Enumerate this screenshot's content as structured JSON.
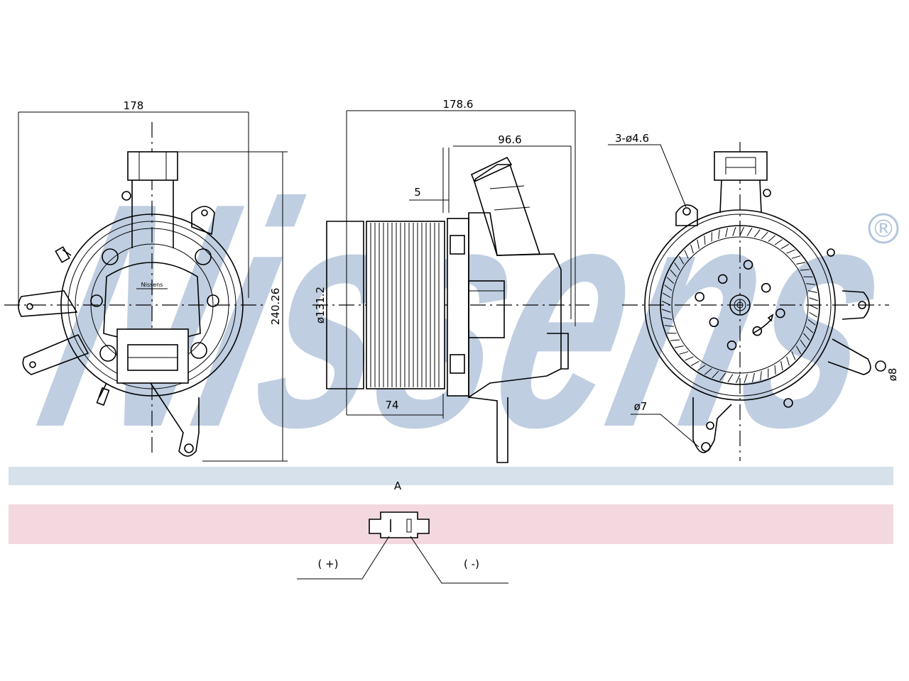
{
  "watermark": {
    "brand": "Nissens",
    "registered_mark": "®",
    "brand_color": "#b5c6dc",
    "band_color_top": "#d6e1ec",
    "band_color_bottom": "#f3d9df"
  },
  "front_view": {
    "width_dim": "178",
    "height_dim": "240.26",
    "label_plate": "Nissens"
  },
  "side_view": {
    "overall_dim": "178.6",
    "outlet_dim": "96.6",
    "offset_dim": "5",
    "diameter_dim": "ø131.2",
    "depth_dim": "74"
  },
  "rear_view": {
    "holes_dim": "3-ø4.6",
    "small_hole_dim": "ø7",
    "side_hole_dim": "ø8"
  },
  "connector": {
    "view_label": "A",
    "positive_label": "( +)",
    "negative_label": "( -)"
  }
}
